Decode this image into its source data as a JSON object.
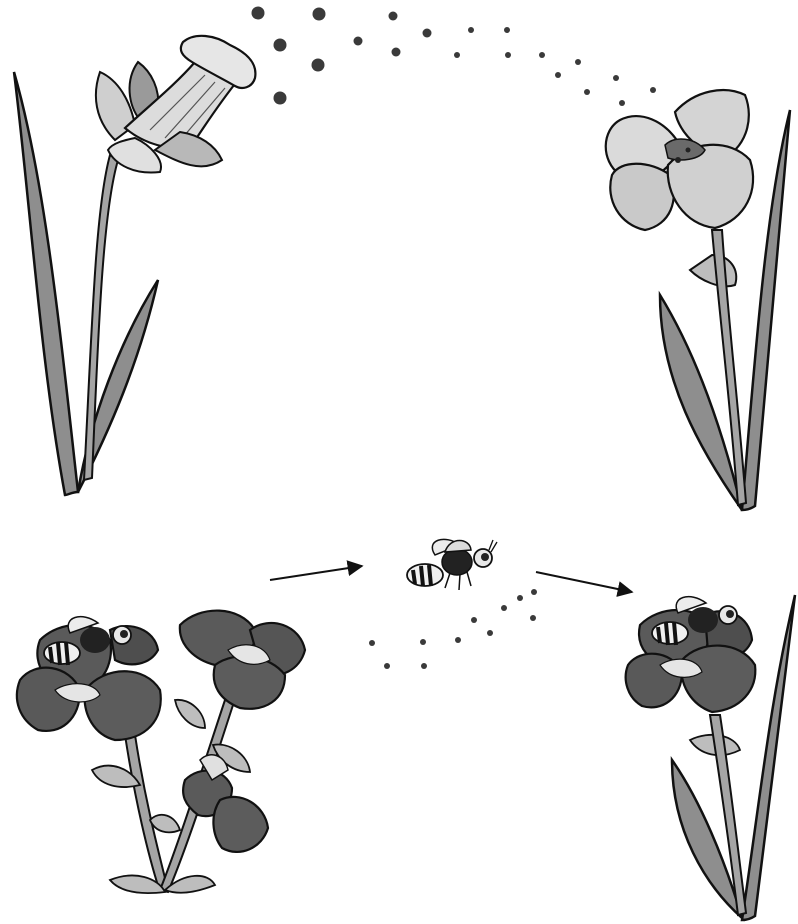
{
  "diagram": {
    "type": "pollination-illustration",
    "panels": [
      {
        "name": "wind-pollination",
        "flowers": [
          {
            "name": "daffodil",
            "role": "pollen-source",
            "color": "#d8d8d8"
          },
          {
            "name": "tulip",
            "role": "pollen-receiver",
            "color": "#cfcfcf"
          }
        ],
        "pollen_trail": {
          "direction": "left-to-right",
          "grain_color": "#3b3b3b"
        }
      },
      {
        "name": "insect-pollination",
        "flowers": [
          {
            "name": "pansy-cluster",
            "role": "pollen-source",
            "color": "#5a5a5a"
          },
          {
            "name": "pansy-single",
            "role": "pollen-receiver",
            "color": "#5a5a5a"
          }
        ],
        "pollinator": {
          "name": "bee",
          "icon": "bee-icon"
        },
        "arrows": [
          {
            "name": "arrow-flowers-to-bee",
            "icon": "arrow-right-icon"
          },
          {
            "name": "arrow-bee-to-flower",
            "icon": "arrow-right-icon"
          }
        ],
        "pollen_trail": {
          "direction": "left-to-right",
          "grain_color": "#3b3b3b"
        }
      }
    ],
    "colors": {
      "outline": "#111111",
      "leaf": "#8e8e8e",
      "light_petal": "#d6d6d6",
      "dark_petal": "#595959",
      "pollen": "#3a3a3a",
      "background": "#ffffff"
    }
  }
}
